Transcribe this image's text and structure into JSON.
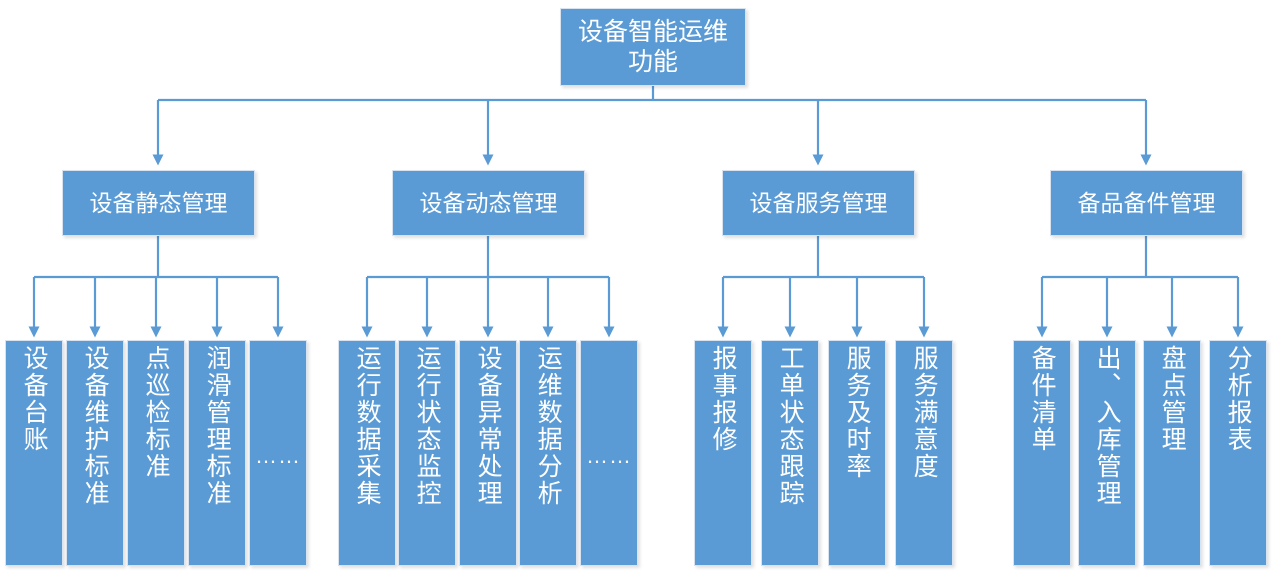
{
  "diagram": {
    "type": "org-chart",
    "title": "设备智能运维功能",
    "colors": {
      "node_fill": "#5B9BD5",
      "node_border": "#D9E3EF",
      "connector": "#5B9BD5",
      "text": "#FFFFFF",
      "background": "#FFFFFF"
    },
    "root": {
      "label": "设备智能运维功能"
    },
    "branches": [
      {
        "label": "设备静态管理",
        "leaves": [
          {
            "label": "设备台账"
          },
          {
            "label": "设备维护标准"
          },
          {
            "label": "点巡检标准"
          },
          {
            "label": "润滑管理标准"
          },
          {
            "label": "……",
            "is_ellipsis": true
          }
        ]
      },
      {
        "label": "设备动态管理",
        "leaves": [
          {
            "label": "运行数据采集"
          },
          {
            "label": "运行状态监控"
          },
          {
            "label": "设备异常处理"
          },
          {
            "label": "运维数据分析"
          },
          {
            "label": "……",
            "is_ellipsis": true
          }
        ]
      },
      {
        "label": "设备服务管理",
        "leaves": [
          {
            "label": "报事报修"
          },
          {
            "label": "工单状态跟踪"
          },
          {
            "label": "服务及时率"
          },
          {
            "label": "服务满意度"
          }
        ]
      },
      {
        "label": "备品备件管理",
        "leaves": [
          {
            "label": "备件清单"
          },
          {
            "label": "出、入库管理"
          },
          {
            "label": "盘点管理"
          },
          {
            "label": "分析报表"
          }
        ]
      }
    ]
  }
}
